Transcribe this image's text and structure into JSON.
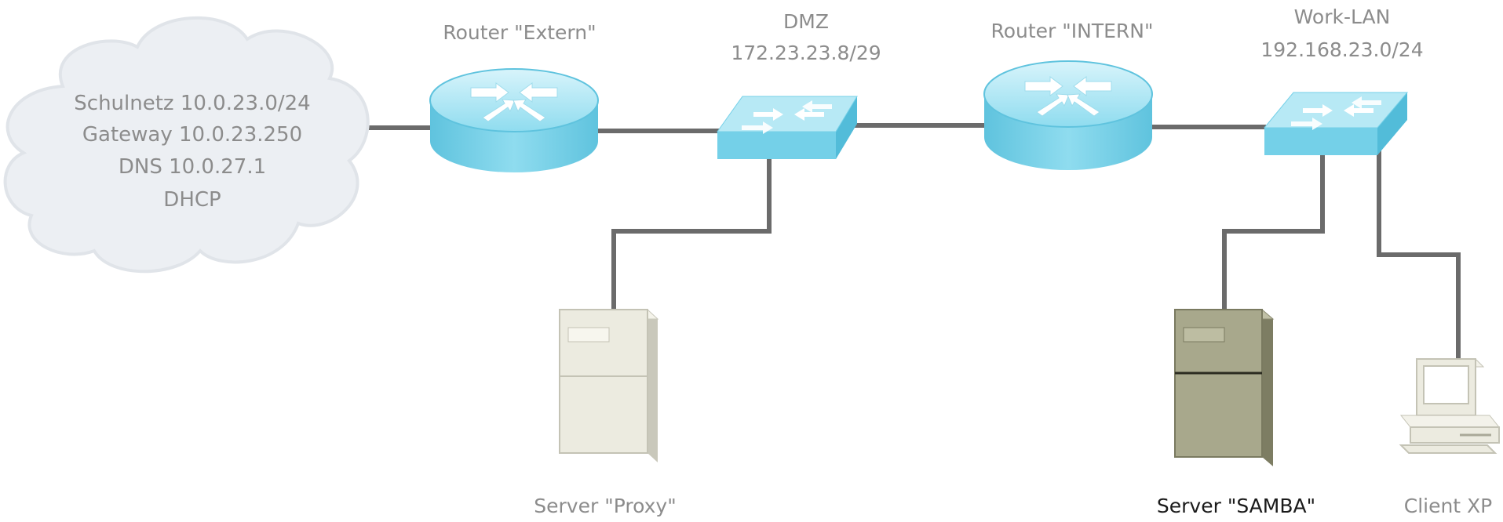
{
  "cloud": {
    "lines": [
      "Schulnetz 10.0.23.0/24",
      "Gateway 10.0.23.250",
      "DNS 10.0.27.1",
      "DHCP"
    ]
  },
  "router_extern": {
    "label": "Router \"Extern\""
  },
  "dmz": {
    "label": "DMZ",
    "subnet": "172.23.23.8/29"
  },
  "router_intern": {
    "label": "Router \"INTERN\""
  },
  "work_lan": {
    "label": "Work-LAN",
    "subnet": "192.168.23.0/24"
  },
  "server_proxy": {
    "label": "Server \"Proxy\""
  },
  "server_samba": {
    "label": "Server \"SAMBA\""
  },
  "client": {
    "label": "Client XP"
  },
  "colors": {
    "device_cyan": "#74d0e8",
    "link_gray": "#6b6b6b",
    "label_gray": "#8c8c8c",
    "cloud_fill": "#eceff3",
    "proxy_fill": "#ecebe0",
    "samba_fill": "#a8a88c"
  }
}
